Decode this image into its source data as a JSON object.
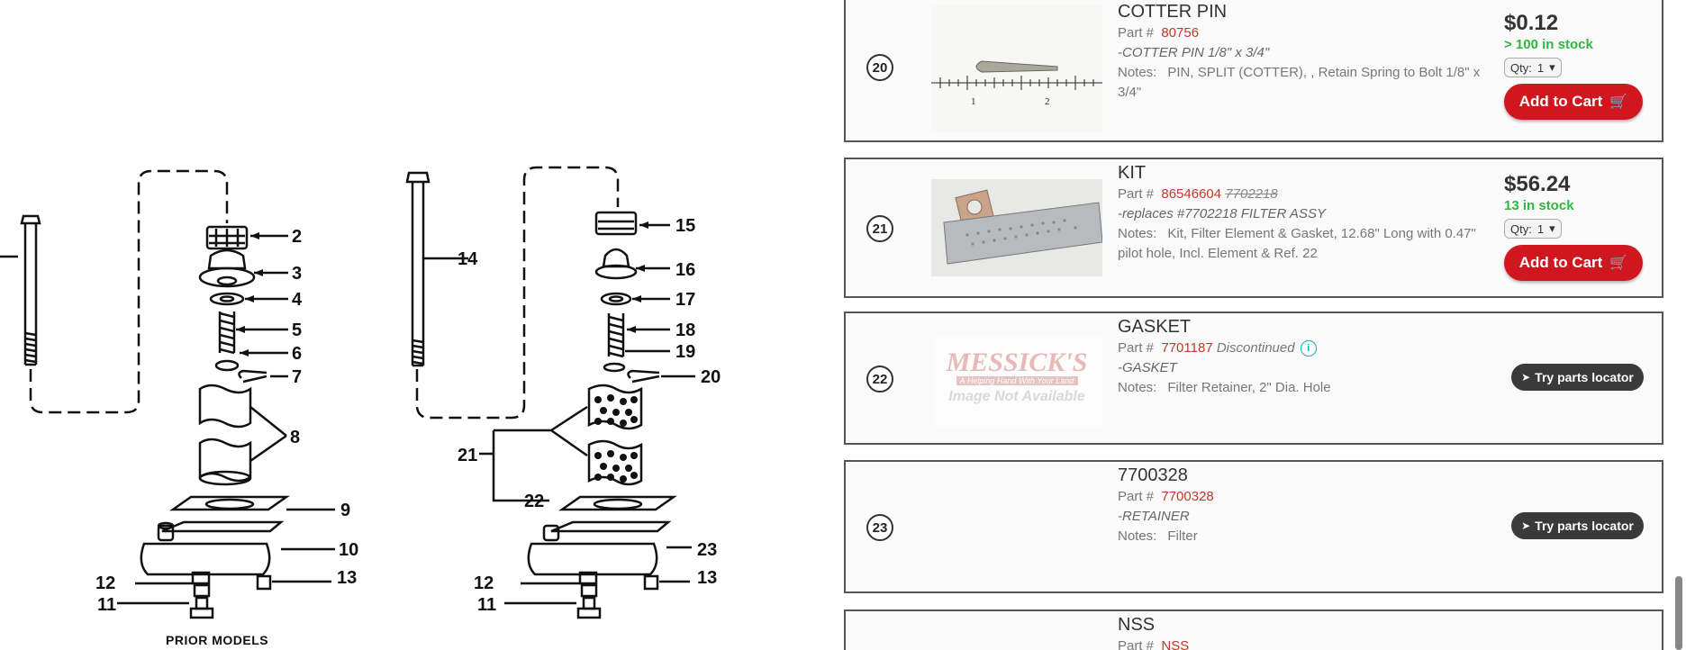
{
  "diagram": {
    "labels_left": [
      "2",
      "3",
      "4",
      "5",
      "6",
      "7",
      "8",
      "9",
      "10",
      "12",
      "13",
      "11"
    ],
    "labels_right": [
      "15",
      "16",
      "17",
      "14",
      "18",
      "19",
      "20",
      "21",
      "22",
      "23",
      "12",
      "13",
      "11"
    ],
    "caption": "PRIOR MODELS"
  },
  "parts": [
    {
      "ref": "20",
      "name": "COTTER PIN",
      "part_label": "Part #",
      "part_number": "80756",
      "description": "-COTTER PIN 1/8\" x 3/4\"",
      "notes_label": "Notes:",
      "notes": "PIN, SPLIT (COTTER), , Retain Spring to Bolt 1/8\" x 3/4\"",
      "price": "$0.12",
      "stock": "> 100 in stock",
      "qty_label": "Qty:",
      "qty_value": "1",
      "cart_label": "Add to Cart",
      "ruler_marks": [
        "1",
        "2"
      ]
    },
    {
      "ref": "21",
      "name": "KIT",
      "part_label": "Part #",
      "part_number": "86546604",
      "replaced_number": "7702218",
      "description": "-replaces #7702218 FILTER ASSY",
      "notes_label": "Notes:",
      "notes": "Kit, Filter Element & Gasket, 12.68\" Long with 0.47\" pilot hole, Incl. Element & Ref. 22",
      "price": "$56.24",
      "stock": "13 in stock",
      "qty_label": "Qty:",
      "qty_value": "1",
      "cart_label": "Add to Cart"
    },
    {
      "ref": "22",
      "name": "GASKET",
      "part_label": "Part #",
      "part_number": "7701187",
      "status": "Discontinued",
      "description": "-GASKET",
      "notes_label": "Notes:",
      "notes": "Filter Retainer, 2\" Dia. Hole",
      "placeholder_logo": "MESSICK'S",
      "placeholder_tagline": "A Helping Hand With Your Land",
      "placeholder_text": "Image Not Available",
      "locator_label": "Try parts locator"
    },
    {
      "ref": "23",
      "name": "7700328",
      "part_label": "Part #",
      "part_number": "7700328",
      "description": "-RETAINER",
      "notes_label": "Notes:",
      "notes": "Filter",
      "locator_label": "Try parts locator"
    },
    {
      "name": "NSS",
      "part_label": "Part #",
      "part_number": "NSS"
    }
  ],
  "colors": {
    "part_number": "#c0392b",
    "in_stock": "#2db742",
    "add_to_cart": "#d0161f",
    "locator": "#3a3a3a",
    "info_icon": "#1aa7c9"
  },
  "icons": {
    "cart": "shopping-cart-icon",
    "locator": "location-arrow-icon",
    "info": "info-circle-icon",
    "qty": "chevron-down-icon"
  }
}
